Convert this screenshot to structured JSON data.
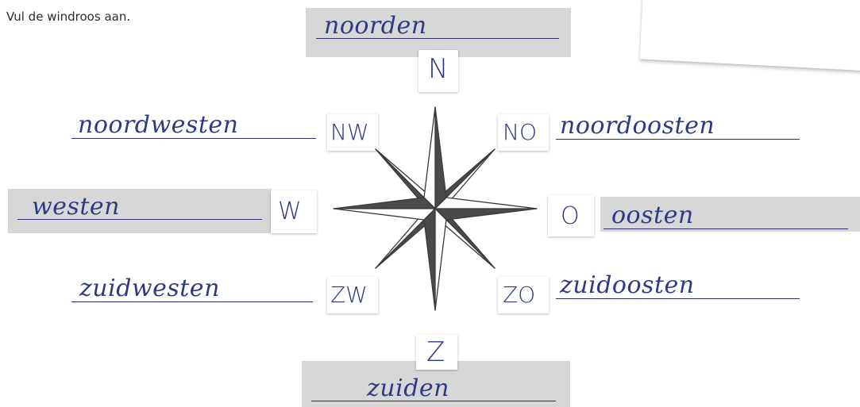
{
  "instruction": "Vul de windroos aan.",
  "directions": {
    "N": {
      "abbr": "N",
      "answer": "noorden"
    },
    "NW": {
      "abbr": "NW",
      "answer": "noordwesten"
    },
    "NO": {
      "abbr": "NO",
      "answer": "noordoosten"
    },
    "W": {
      "abbr": "W",
      "answer": "westen"
    },
    "O": {
      "abbr": "O",
      "answer": "oosten"
    },
    "ZW": {
      "abbr": "ZW",
      "answer": "zuidwesten"
    },
    "ZO": {
      "abbr": "ZO",
      "answer": "zuidoosten"
    },
    "Z": {
      "abbr": "Z",
      "answer": "zuiden"
    }
  },
  "colors": {
    "handwriting": "#2f3a85",
    "shaded_field": "#d7d7d7",
    "rose_dark": "#4a4a4a",
    "rose_light": "#ffffff"
  },
  "icons": {
    "compass": "compass-rose-icon"
  }
}
